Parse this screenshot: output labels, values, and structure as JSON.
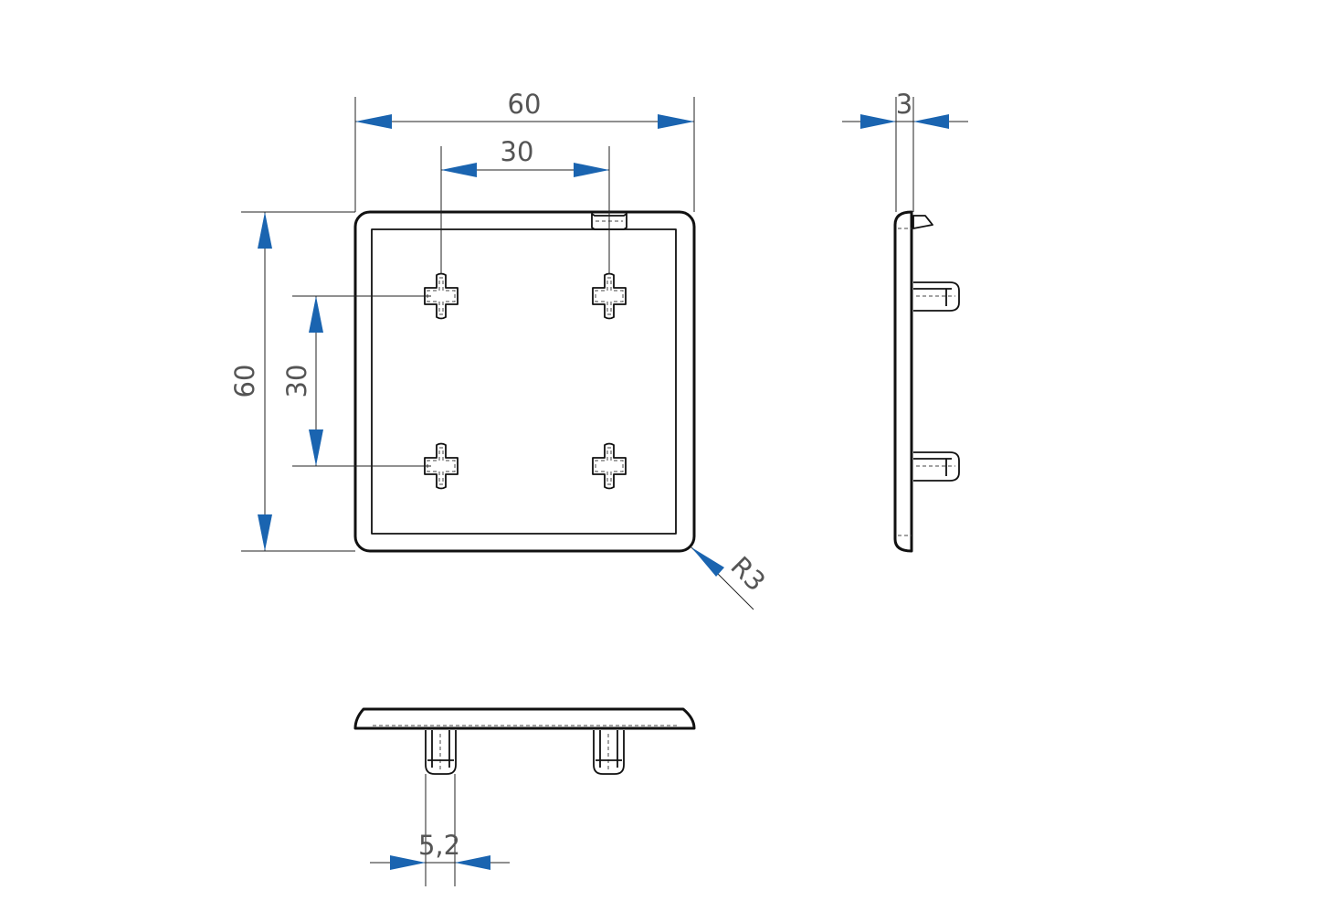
{
  "colors": {
    "dimension_arrow": "#1a64b0",
    "part_outline": "#111111",
    "dimension_text": "#555555"
  },
  "dimensions": {
    "overall_width": "60",
    "peg_spacing_horizontal": "30",
    "overall_height": "60",
    "peg_spacing_vertical": "30",
    "thickness": "3",
    "corner_radius": "R3",
    "peg_width": "5,2"
  }
}
